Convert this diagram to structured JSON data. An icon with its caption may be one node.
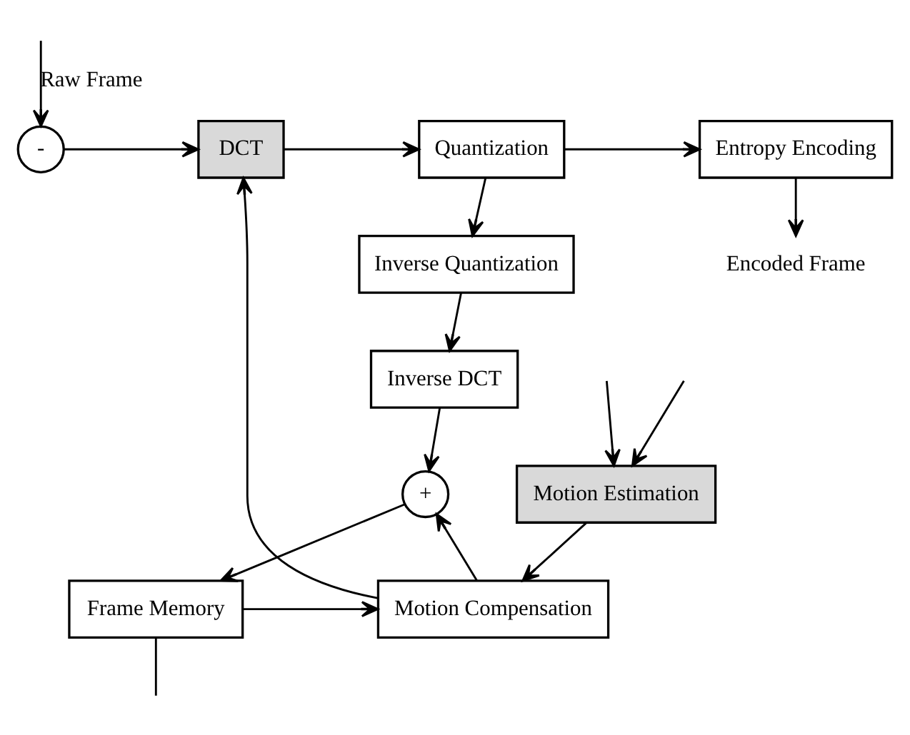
{
  "diagram": {
    "nodes": [
      {
        "text": [
          "-"
        ]
      },
      {
        "text": [
          "DCT"
        ]
      },
      {
        "text": [
          "Quantization"
        ]
      },
      {
        "text": [
          "Entropy Encoding"
        ]
      },
      {
        "text": [
          "Encoded Frame"
        ]
      },
      {
        "text": [
          "Inverse Quantization"
        ]
      },
      {
        "text": [
          "Inverse DCT"
        ]
      },
      {
        "text": [
          "+"
        ]
      },
      {
        "text": [
          "Motion Estimation"
        ]
      },
      {
        "text": [
          "Motion Compensation"
        ]
      },
      {
        "text": [
          "Frame Memory"
        ]
      }
    ],
    "edges": [
      {
        "from": null,
        "to": 0,
        "arrow": "to",
        "label": "Raw Frame"
      },
      {
        "from": null,
        "to": 8,
        "arrow": "to"
      },
      {
        "from": 0,
        "to": 1,
        "arrow": "to"
      },
      {
        "from": 1,
        "to": 2,
        "arrow": "to"
      },
      {
        "from": 2,
        "to": 3,
        "arrow": "to"
      },
      {
        "from": 3,
        "to": 4,
        "arrow": "to"
      },
      {
        "from": 2,
        "to": 5,
        "arrow": "to"
      },
      {
        "from": 5,
        "to": 6,
        "arrow": "to"
      },
      {
        "from": 6,
        "to": 7,
        "arrow": "to"
      },
      {
        "from": 9,
        "to": 1,
        "arrow": "to"
      },
      {
        "from": 9,
        "to": 7,
        "arrow": "to"
      },
      {
        "from": 7,
        "to": 10,
        "arrow": "to"
      },
      {
        "from": 10,
        "to": 9,
        "arrow": "to"
      },
      {
        "from": 8,
        "to": 9,
        "arrow": "to"
      },
      {
        "from": null,
        "to": 8,
        "arrow": "to"
      },
      {
        "from": 10,
        "to": null,
        "arrow": "none"
      }
    ]
  }
}
